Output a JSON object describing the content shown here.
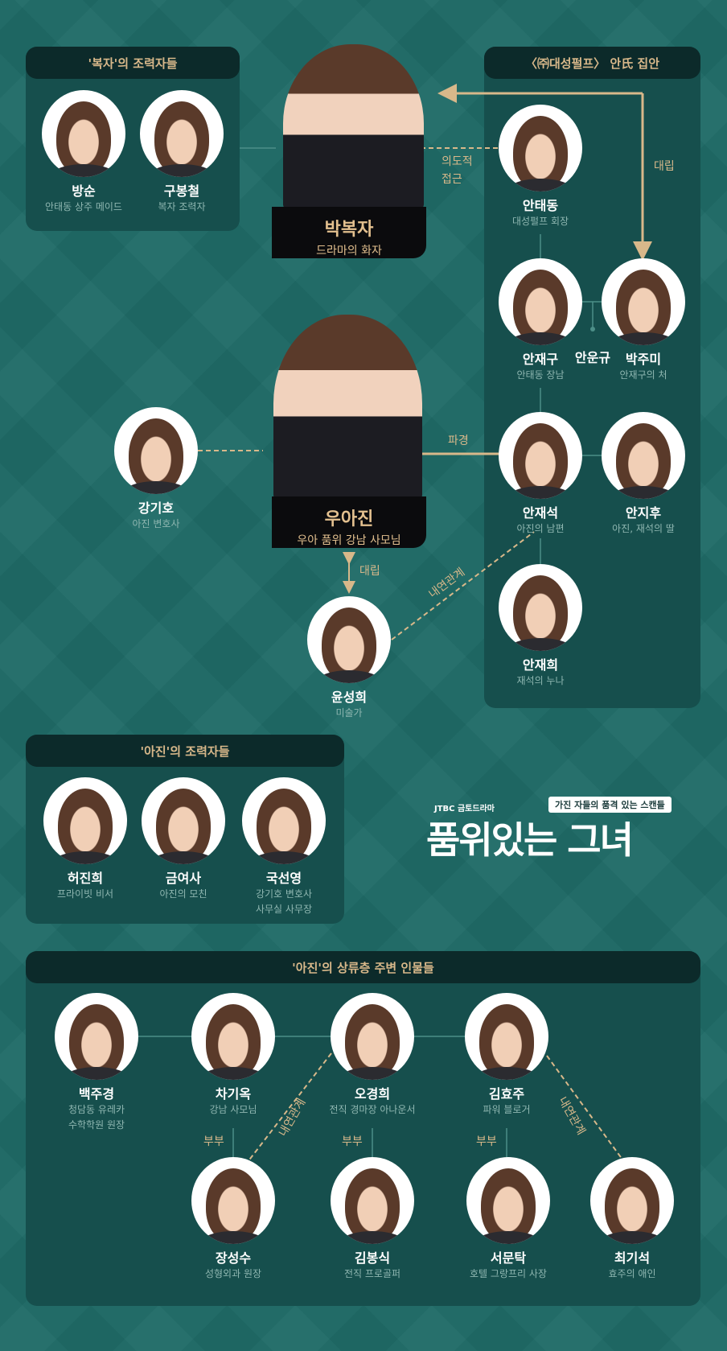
{
  "groups": {
    "bokja_helpers": "'복자'의 조력자들",
    "ahn_family": "〈㈜대성펄프〉 안氏 집안",
    "ajin_helpers": "'아진'의 조력자들",
    "ajin_circle": "'아진'의 상류층 주변 인물들"
  },
  "leads": {
    "bokja": {
      "name": "박복자",
      "desc": "드라마의 화자"
    },
    "ajin": {
      "name": "우아진",
      "desc": "우아 품위 강남 사모님"
    }
  },
  "characters": {
    "bangsun": {
      "name": "방순",
      "desc": [
        "안태동 상주 메이드"
      ]
    },
    "gubongcheol": {
      "name": "구봉철",
      "desc": [
        "복자 조력자"
      ]
    },
    "antaedong": {
      "name": "안태동",
      "desc": [
        "대성펄프 회장"
      ]
    },
    "anjaegu": {
      "name": "안재구",
      "desc": [
        "안태동 장남"
      ]
    },
    "anungyu": {
      "name": "안운규",
      "desc": []
    },
    "parkjumi": {
      "name": "박주미",
      "desc": [
        "안재구의 처"
      ]
    },
    "anjaeseok": {
      "name": "안재석",
      "desc": [
        "아진의 남편"
      ]
    },
    "anjihu": {
      "name": "안지후",
      "desc": [
        "아진, 재석의 딸"
      ]
    },
    "anjaehui": {
      "name": "안재희",
      "desc": [
        "재석의 누나"
      ]
    },
    "kanggiho": {
      "name": "강기호",
      "desc": [
        "아진 변호사"
      ]
    },
    "yunseonghui": {
      "name": "윤성희",
      "desc": [
        "미술가"
      ]
    },
    "heojinhui": {
      "name": "허진희",
      "desc": [
        "프라이빗 비서"
      ]
    },
    "geumyeosa": {
      "name": "금여사",
      "desc": [
        "아진의 모친"
      ]
    },
    "guksunyoung": {
      "name": "국선영",
      "desc": [
        "강기호 변호사",
        "사무실 사무장"
      ]
    },
    "baekjugyeong": {
      "name": "백주경",
      "desc": [
        "청담동 유레카",
        "수학학원 원장"
      ]
    },
    "chagiok": {
      "name": "차기옥",
      "desc": [
        "강남 사모님"
      ]
    },
    "ogyeonghui": {
      "name": "오경희",
      "desc": [
        "전직 경마장 아나운서"
      ]
    },
    "kimhyoju": {
      "name": "김효주",
      "desc": [
        "파워 블로거"
      ]
    },
    "jangseongsu": {
      "name": "장성수",
      "desc": [
        "성형외과 원장"
      ]
    },
    "kimbongsik": {
      "name": "김봉식",
      "desc": [
        "전직 프로골퍼"
      ]
    },
    "seomuntak": {
      "name": "서문탁",
      "desc": [
        "호텔 그랑프리 사장"
      ]
    },
    "choigiseok": {
      "name": "최기석",
      "desc": [
        "효주의 애인"
      ]
    }
  },
  "relations": {
    "intentional_1": "의도적",
    "intentional_2": "접근",
    "rivalry_top": "대립",
    "breakup": "파경",
    "rivalry_mid": "대립",
    "affair_1": "내연관계",
    "couple_1": "부부",
    "couple_2": "부부",
    "couple_3": "부부",
    "affair_2": "내연관계",
    "affair_3": "내연관계"
  },
  "logo": {
    "network": "JTBC 금토드라마",
    "tagline": "가진 자들의 품격 있는 스캔들",
    "title": "품위있는 그녀"
  },
  "colors": {
    "background": "#1f6a66",
    "panel": "#164f4d",
    "header": "#0c2a2a",
    "accent": "#d8b88a"
  }
}
